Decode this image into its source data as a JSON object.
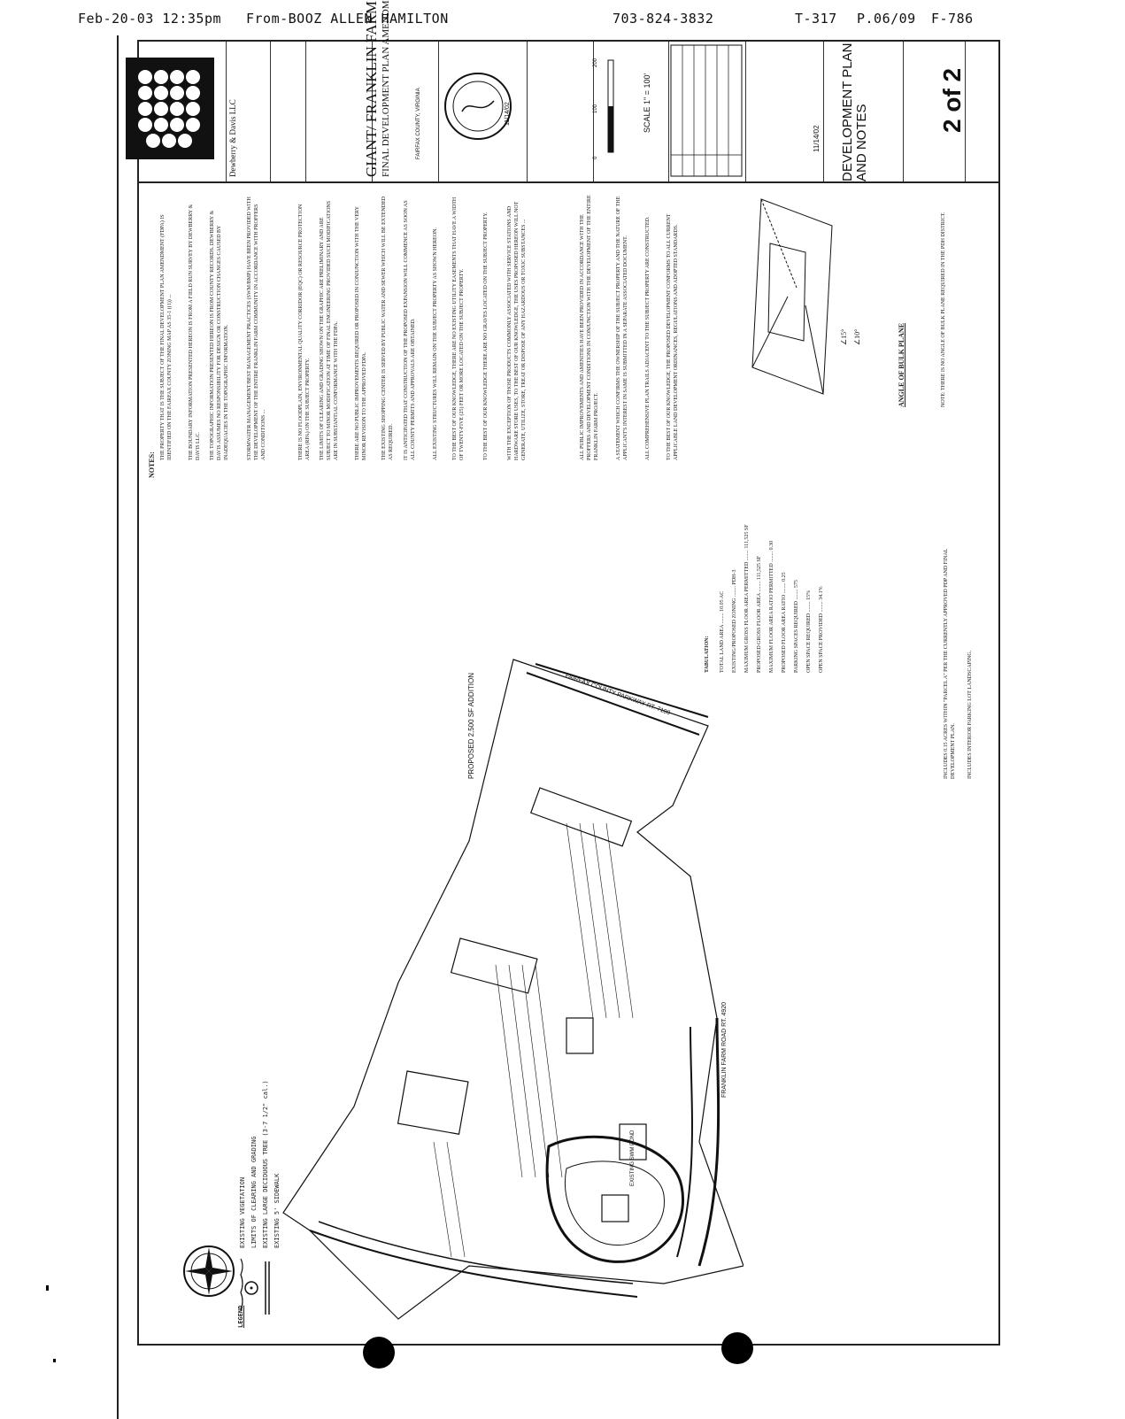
{
  "fax_header": {
    "date_time": "Feb-20-03  12:35pm",
    "from": "From-BOOZ ALLEN HAMILTON",
    "phone": "703-824-3832",
    "code": "T-317",
    "page": "P.06/09",
    "form": "F-786"
  },
  "title_block": {
    "firm": "Dewberry & Davis LLC",
    "project_title": "GIANT/ FRANKLIN FARM RD.",
    "project_subtitle": "FINAL DEVELOPMENT PLAN AMENDMENT",
    "county": "FAIRFAX COUNTY, VIRGINIA",
    "scale_label": "SCALE 1\" = 100'",
    "scale_ticks": [
      "0",
      "100",
      "200"
    ],
    "sheet_title": "DEVELOPMENT PLAN AND NOTES",
    "date": "11/14/02",
    "sheet_number": "2 of 2",
    "seal_date": "11/14/02"
  },
  "notes": {
    "heading": "NOTES:",
    "items": [
      "THE PROPERTY THAT IS THE SUBJECT OF THE FINAL DEVELOPMENT PLAN AMENDMENT (FDPA) IS IDENTIFIED ON THE FAIRFAX COUNTY ZONING MAP AS 35-1 ((1)) ...",
      "THE BOUNDARY INFORMATION PRESENTED HEREON IS FROM A FIELD RUN SURVEY BY DEWBERRY & DAVIS LLC.",
      "THE TOPOGRAPHIC INFORMATION PRESENTED HEREON IS FROM COUNTY RECORDS. DEWBERRY & DAVIS ASSUMES NO RESPONSIBILITY FOR DESIGN OR CONSTRUCTION CHANGES CAUSED BY INADEQUACIES IN THE TOPOGRAPHIC INFORMATION.",
      "STORMWATER MANAGEMENT/BEST MANAGEMENT PRACTICES (SWM/BMP) HAVE BEEN PROVIDED WITH THE DEVELOPMENT OF THE ENTIRE FRANKLIN FARM COMMUNITY IN ACCORDANCE WITH PROFFERS AND CONDITIONS ...",
      "THERE IS NO FLOODPLAIN, ENVIRONMENTAL QUALITY CORRIDOR (EQC) OR RESOURCE PROTECTION AREA (RPA) ON THE SUBJECT PROPERTY.",
      "THE LIMITS OF CLEARING AND GRADING SHOWN ON THE GRAPHIC ARE PRELIMINARY AND ARE SUBJECT TO MINOR MODIFICATION AT TIME OF FINAL ENGINEERING PROVIDED SUCH MODIFICATIONS ARE IN SUBSTANTIAL CONFORMANCE WITH THE FDPA.",
      "THERE ARE NO PUBLIC IMPROVEMENTS REQUIRED OR PROPOSED IN CONJUNCTION WITH THE VERY MINOR REVISION TO THE APPROVED FDPA.",
      "THE EXISTING SHOPPING CENTER IS SERVED BY PUBLIC WATER AND SEWER WHICH WILL BE EXTENDED AS REQUIRED.",
      "IT IS ANTICIPATED THAT CONSTRUCTION OF THE PROPOSED EXPANSION WILL COMMENCE AS SOON AS ALL COUNTY PERMITS AND APPROVALS ARE OBTAINED.",
      "ALL EXISTING STRUCTURES WILL REMAIN ON THE SUBJECT PROPERTY AS SHOWN HEREON.",
      "TO THE BEST OF OUR KNOWLEDGE, THERE ARE NO EXISTING UTILITY EASEMENTS THAT HAVE A WIDTH OF TWENTY-FIVE (25) FEET OR MORE LOCATED ON THE SUBJECT PROPERTY.",
      "TO THE BEST OF OUR KNOWLEDGE THERE ARE NO GRAVES LOCATED ON THE SUBJECT PROPERTY.",
      "WITH THE EXCEPTION OF THOSE PRODUCTS COMMONLY ASSOCIATED WITH SERVICE STATIONS AND HARDWARE STORE USES, TO THE BEST OF OUR KNOWLEDGE, THE USES PROPOSED HEREON WILL NOT GENERATE, UTILIZE, STORE, TREAT OR DISPOSE OF ANY HAZARDOUS OR TOXIC SUBSTANCES ...",
      "ALL PUBLIC IMPROVEMENTS AND AMENITIES HAVE BEEN PROVIDED IN ACCORDANCE WITH THE PROFFERS AND DEVELOPMENT CONDITIONS IN CONJUNCTION WITH THE DEVELOPMENT OF THE ENTIRE FRANKLIN FARM PROJECT.",
      "A STATEMENT WHICH CONFIRMS THE OWNERSHIP OF THE SUBJECT PROPERTY AND THE NATURE OF THE APPLICANT'S INTEREST IN SAME IS SUBMITTED IN A SEPARATE ASSOCIATED DOCUMENT.",
      "ALL COMPREHENSIVE PLAN TRAILS ADJACENT TO THE SUBJECT PROPERTY ARE CONSTRUCTED.",
      "TO THE BEST OF OUR KNOWLEDGE, THE PROPOSED DEVELOPMENT CONFORMS TO ALL CURRENT APPLICABLE LAND DEVELOPMENT ORDINANCES, REGULATIONS AND ADOPTED STANDARDS."
    ]
  },
  "tabulation": {
    "heading": "TABULATION:",
    "rows": [
      {
        "label": "TOTAL LAND AREA",
        "value": "10.05 AC"
      },
      {
        "label": "EXISTING/PROPOSED ZONING",
        "value": "PDH-3"
      },
      {
        "label": "MAXIMUM GROSS FLOOR AREA PERMITTED",
        "value": "111,525 SF"
      },
      {
        "label": "PROPOSED GROSS FLOOR AREA",
        "value": "111,525 SF"
      },
      {
        "label": "MAXIMUM FLOOR AREA RATIO PERMITTED",
        "value": "0.30"
      },
      {
        "label": "PROPOSED FLOOR AREA RATIO",
        "value": "0.25"
      },
      {
        "label": "PARKING SPACES REQUIRED",
        "value": "575"
      },
      {
        "label": "OPEN SPACE REQUIRED",
        "value": "15%"
      },
      {
        "label": "OPEN SPACE PROVIDED",
        "value": "34.1%"
      }
    ],
    "footnotes": [
      "INCLUDES 0.15 ACRES WITHIN \"PARCEL A\" PER THE CURRENTLY APPROVED PDP AND FINAL DEVELOPMENT PLAN.",
      "INCLUDES INTERIOR PARKING LOT LANDSCAPING."
    ]
  },
  "plan_labels": {
    "proposed_addition": "PROPOSED 2,500 SF ADDITION",
    "fairfax_pkwy": "FAIRFAX COUNTY PARKWAY  RT. 7100",
    "franklin_farm_rd": "FRANKLIN FARM ROAD  RT. 4920",
    "pond_label": "EXISTING SWM POND"
  },
  "bulk_plane": {
    "title": "ANGLE OF BULK PLANE",
    "values": [
      "∠15°",
      "∠10°"
    ],
    "note": "NOTE: THERE IS NO ANGLE OF BULK PLANE REQUIRED IN THE PDH DISTRICT."
  },
  "legend": {
    "title": "LEGEND",
    "items": [
      {
        "icon": "tree-line-icon",
        "label": "EXISTING VEGETATION"
      },
      {
        "icon": "clearing-limit-icon",
        "label": "LIMITS OF CLEARING AND GRADING"
      },
      {
        "icon": "circle-tree-icon",
        "label": "EXISTING LARGE DECIDUOUS TREE (3-7 1/2\" cal.)"
      },
      {
        "icon": "sidewalk-icon",
        "label": "EXISTING 5' SIDEWALK"
      }
    ]
  }
}
